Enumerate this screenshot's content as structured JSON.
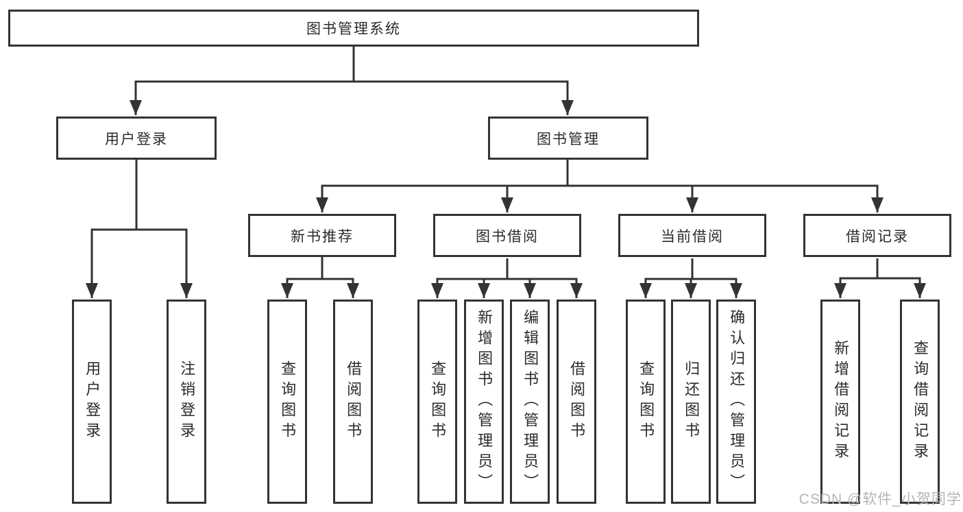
{
  "diagram_title": "图书管理系统",
  "tree": {
    "label": "图书管理系统",
    "children": [
      {
        "label": "用户登录",
        "children": [
          {
            "label": "用户登录"
          },
          {
            "label": "注销登录"
          }
        ]
      },
      {
        "label": "图书管理",
        "children": [
          {
            "label": "新书推荐",
            "children": [
              {
                "label": "查询图书"
              },
              {
                "label": "借阅图书"
              }
            ]
          },
          {
            "label": "图书借阅",
            "children": [
              {
                "label": "查询图书"
              },
              {
                "label": "新增图书（管理员）"
              },
              {
                "label": "编辑图书（管理员）"
              },
              {
                "label": "借阅图书"
              }
            ]
          },
          {
            "label": "当前借阅",
            "children": [
              {
                "label": "查询图书"
              },
              {
                "label": "归还图书"
              },
              {
                "label": "确认归还（管理员）"
              }
            ]
          },
          {
            "label": "借阅记录",
            "children": [
              {
                "label": "新增借阅记录"
              },
              {
                "label": "查询借阅记录"
              }
            ]
          }
        ]
      }
    ]
  },
  "watermark": "CSDN @软件_小贺同学",
  "colors": {
    "line": "#333333",
    "text": "#2b2b2b",
    "watermark": "#b5b5b5",
    "background": "#ffffff"
  }
}
